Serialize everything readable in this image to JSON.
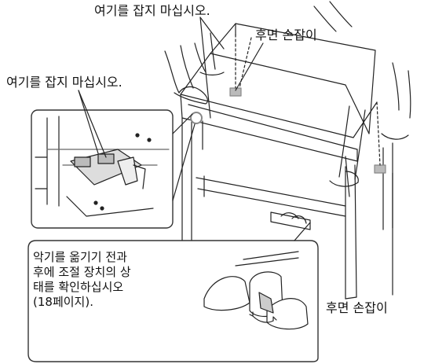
{
  "labels": {
    "dont_hold_top": "여기를 잡지 마십시오.",
    "dont_hold_left": "여기를 잡지 마십시오.",
    "rear_handle_top": "후면 손잡이",
    "rear_handle_bottom": "후면 손잡이"
  },
  "note": {
    "lines": [
      "악기를 옮기기 전과",
      "후에 조절 장치의 상",
      "태를 확인하십시오",
      "(18페이지)."
    ]
  }
}
